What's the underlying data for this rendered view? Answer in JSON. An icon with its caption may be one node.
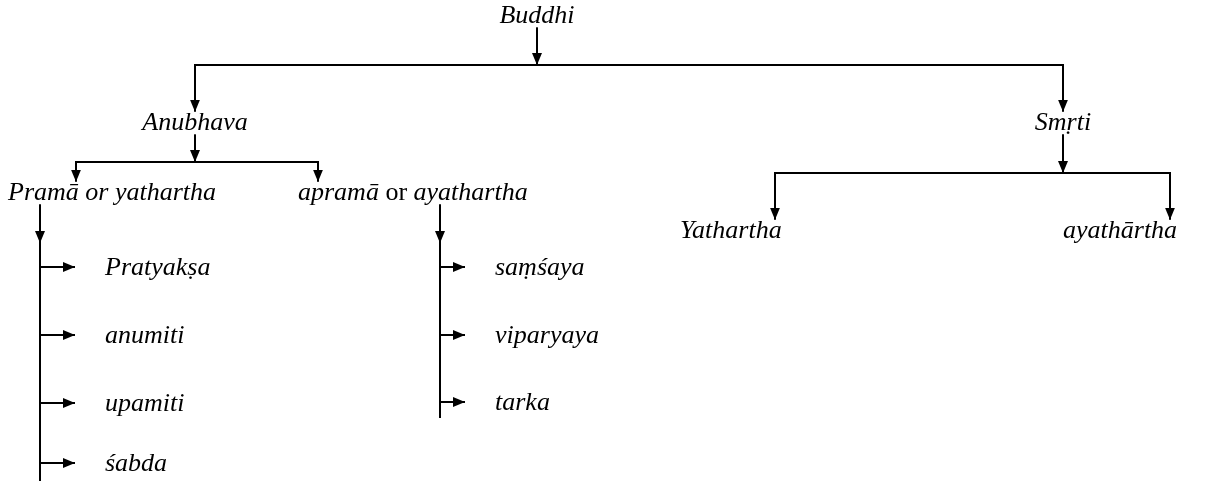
{
  "diagram": {
    "nodes": [
      {
        "text": [
          "Buddhi"
        ]
      },
      {
        "text": [
          "Anubhava"
        ]
      },
      {
        "text": [
          "Smṛti"
        ]
      },
      {
        "text": [
          "Pramā or yathartha"
        ]
      },
      {
        "text": [
          "*apramā* or *ayathartha*"
        ]
      },
      {
        "text": [
          "Yathartha"
        ]
      },
      {
        "text": [
          "ayathārtha"
        ]
      },
      {
        "text": [
          "Pratyakṣa"
        ]
      },
      {
        "text": [
          "saṃśaya"
        ]
      },
      {
        "text": [
          "anumiti"
        ]
      },
      {
        "text": [
          "viparyaya"
        ]
      },
      {
        "text": [
          "upamiti"
        ]
      },
      {
        "text": [
          "tarka"
        ]
      },
      {
        "text": [
          "śabda"
        ]
      }
    ],
    "edges": [
      {
        "from": 0,
        "to": 1,
        "arrow": "to"
      },
      {
        "from": 0,
        "to": 2,
        "arrow": "to"
      },
      {
        "from": 1,
        "to": 3,
        "arrow": "to"
      },
      {
        "from": 1,
        "to": 4,
        "arrow": "to"
      },
      {
        "from": 2,
        "to": 5,
        "arrow": "to"
      },
      {
        "from": 2,
        "to": 6,
        "arrow": "to"
      },
      {
        "from": 3,
        "to": 7,
        "arrow": "to"
      },
      {
        "from": 3,
        "to": 9,
        "arrow": "to"
      },
      {
        "from": 3,
        "to": 11,
        "arrow": "to"
      },
      {
        "from": 3,
        "to": 13,
        "arrow": "to"
      },
      {
        "from": 4,
        "to": 8,
        "arrow": "to"
      },
      {
        "from": 4,
        "to": 10,
        "arrow": "to"
      },
      {
        "from": 4,
        "to": 12,
        "arrow": "to"
      }
    ]
  }
}
